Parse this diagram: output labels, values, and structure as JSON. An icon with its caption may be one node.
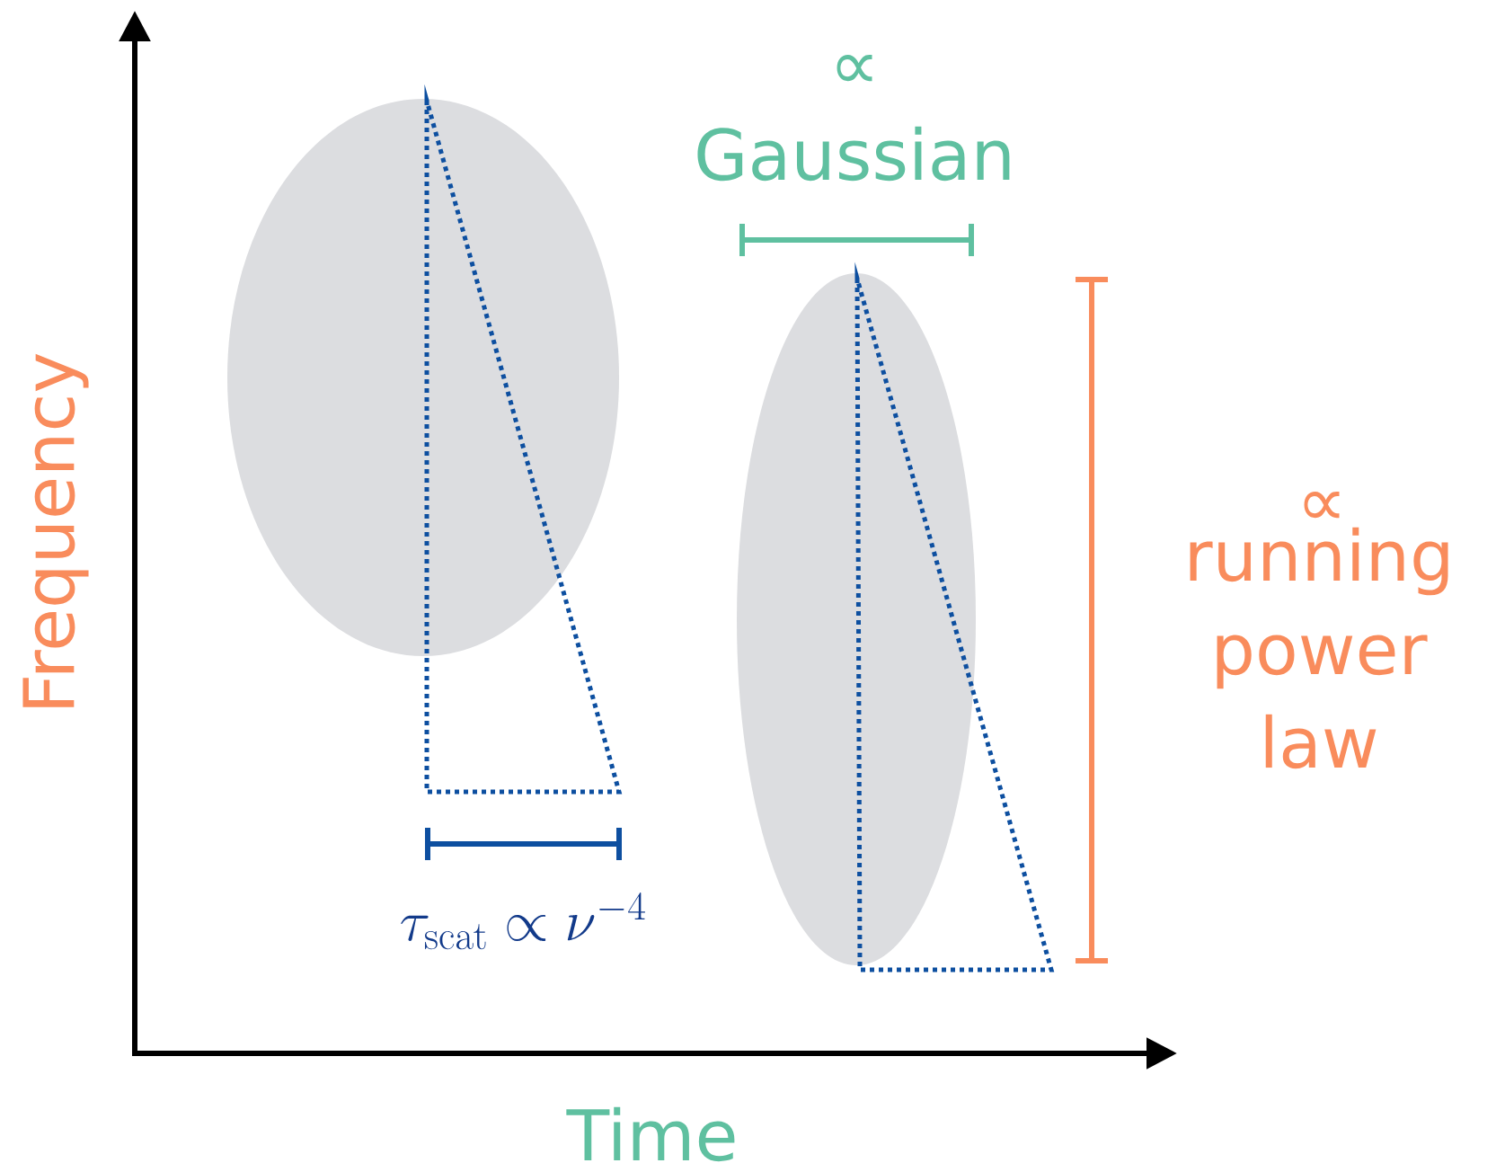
{
  "diagram": {
    "labels": [
      "∝",
      "Gaussian",
      "∝",
      "Frequency",
      "running power law",
      "\\tau_{\\mathrm{scat}} \\propto \\nu^{-4}",
      "Time"
    ]
  }
}
